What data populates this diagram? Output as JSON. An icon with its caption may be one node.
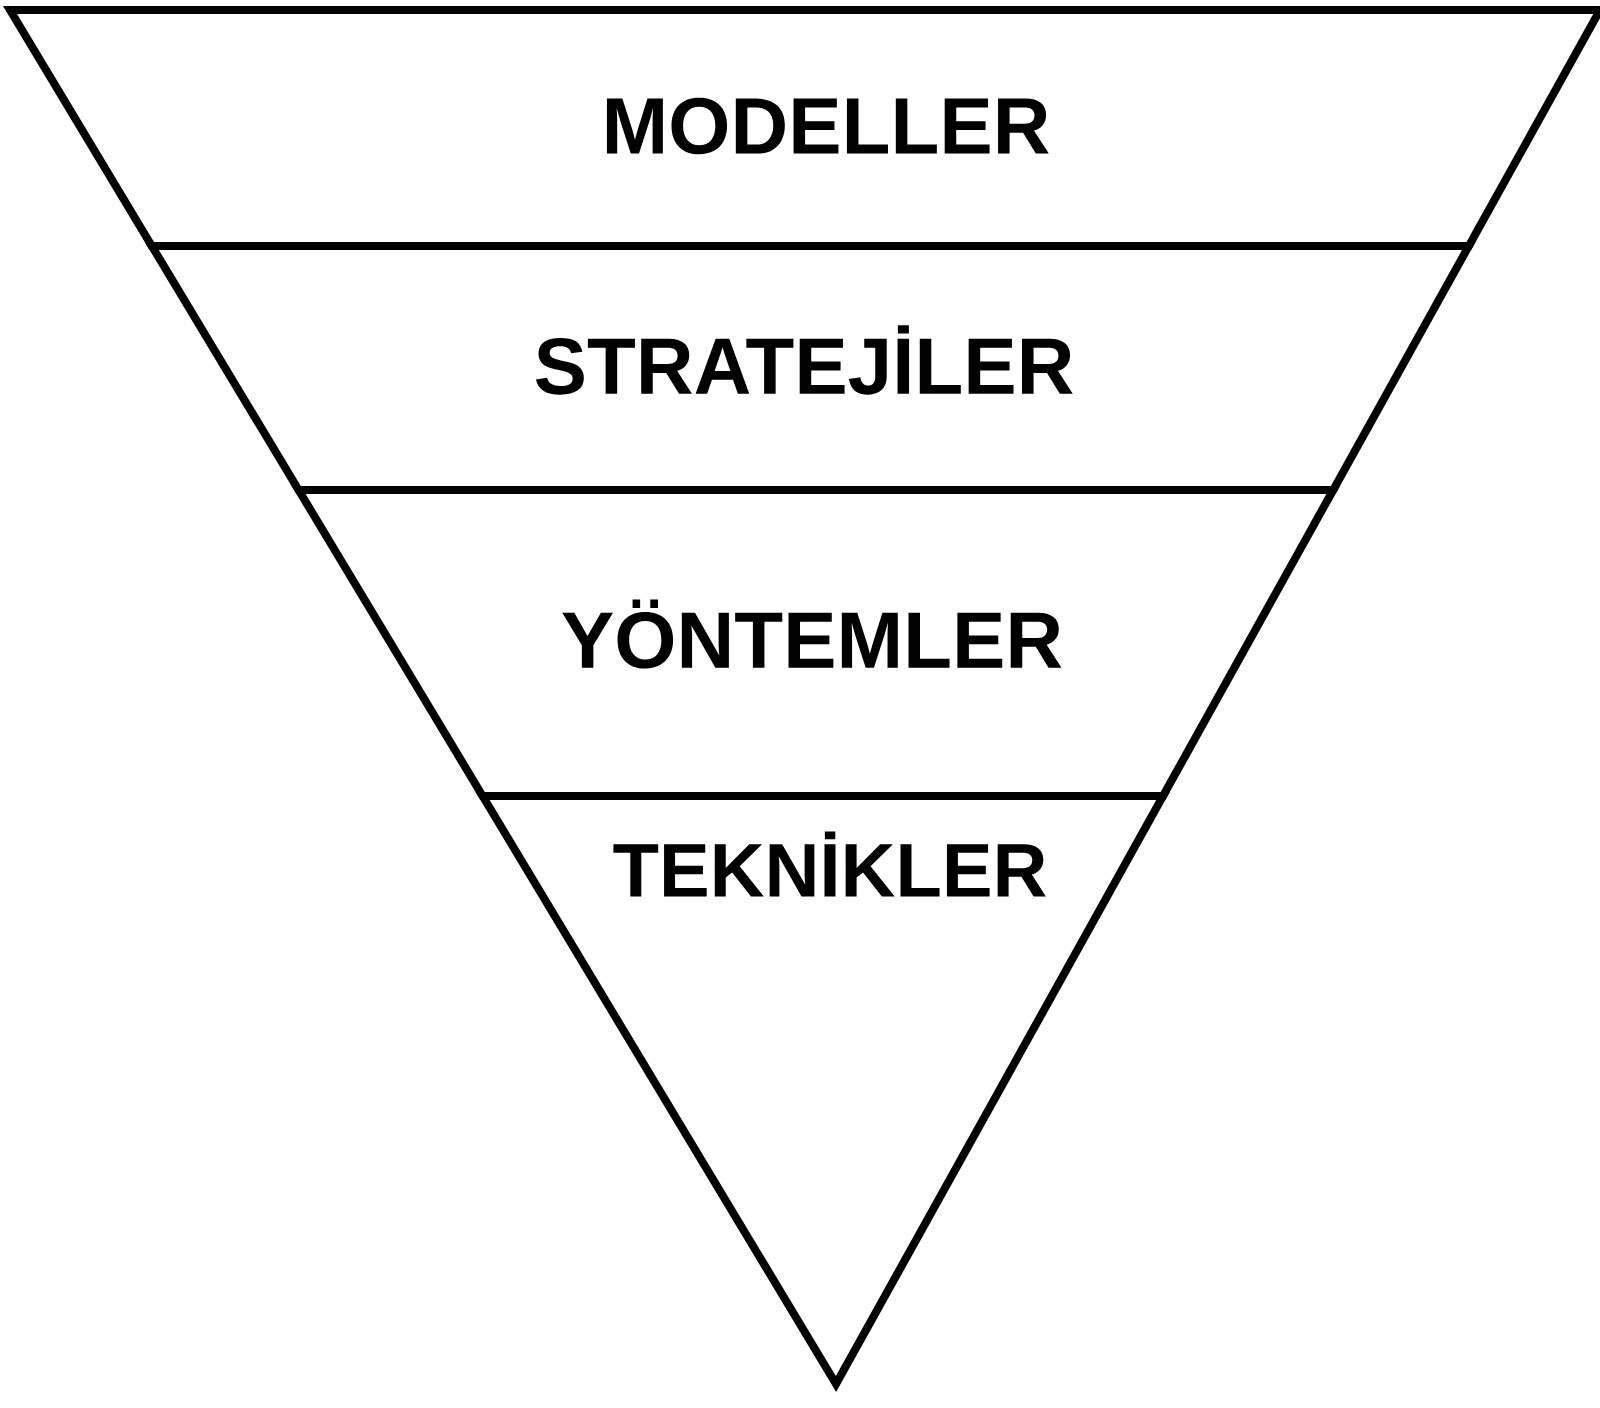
{
  "diagram": {
    "nodes": [
      {
        "text": [
          "MODELLER"
        ]
      },
      {
        "text": [
          "STRATEJİLER"
        ]
      },
      {
        "text": [
          "YÖNTEMLER"
        ]
      },
      {
        "text": [
          "TEKNİKLER"
        ]
      }
    ]
  }
}
